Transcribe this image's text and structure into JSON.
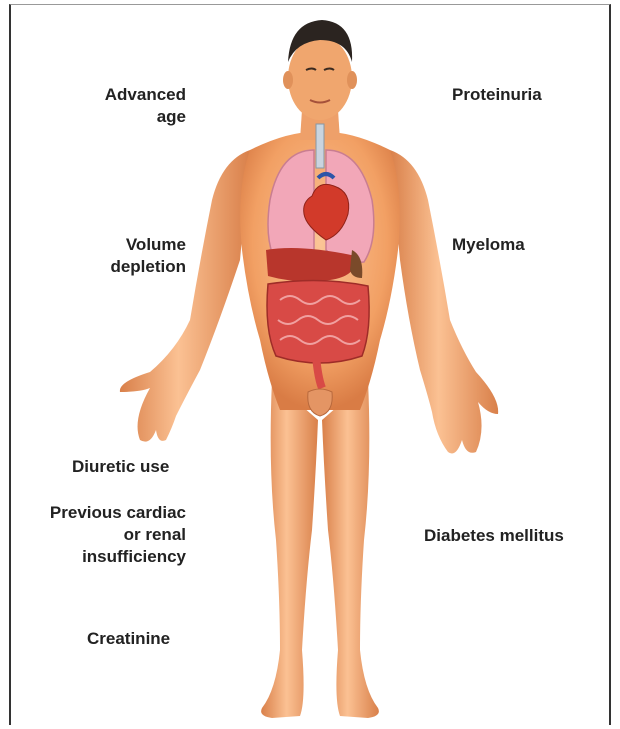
{
  "left_labels": {
    "advanced_age": [
      "Advanced",
      "age"
    ],
    "volume_depletion": [
      "Volume",
      "depletion"
    ],
    "diuretic_use": "Diuretic use",
    "previous_insufficiency": [
      "Previous cardiac",
      "or renal",
      "insufficiency"
    ],
    "creatinine": "Creatinine"
  },
  "right_labels": {
    "proteinuria": "Proteinuria",
    "myeloma": "Myeloma",
    "diabetes": "Diabetes mellitus"
  },
  "colors": {
    "skin": "#f4a56c",
    "skin_shade": "#d9804a",
    "lungs": "#f2a7b8",
    "heart": "#d23a2a",
    "intestine": "#d84a46",
    "hair": "#2b2420",
    "text": "#222222"
  }
}
